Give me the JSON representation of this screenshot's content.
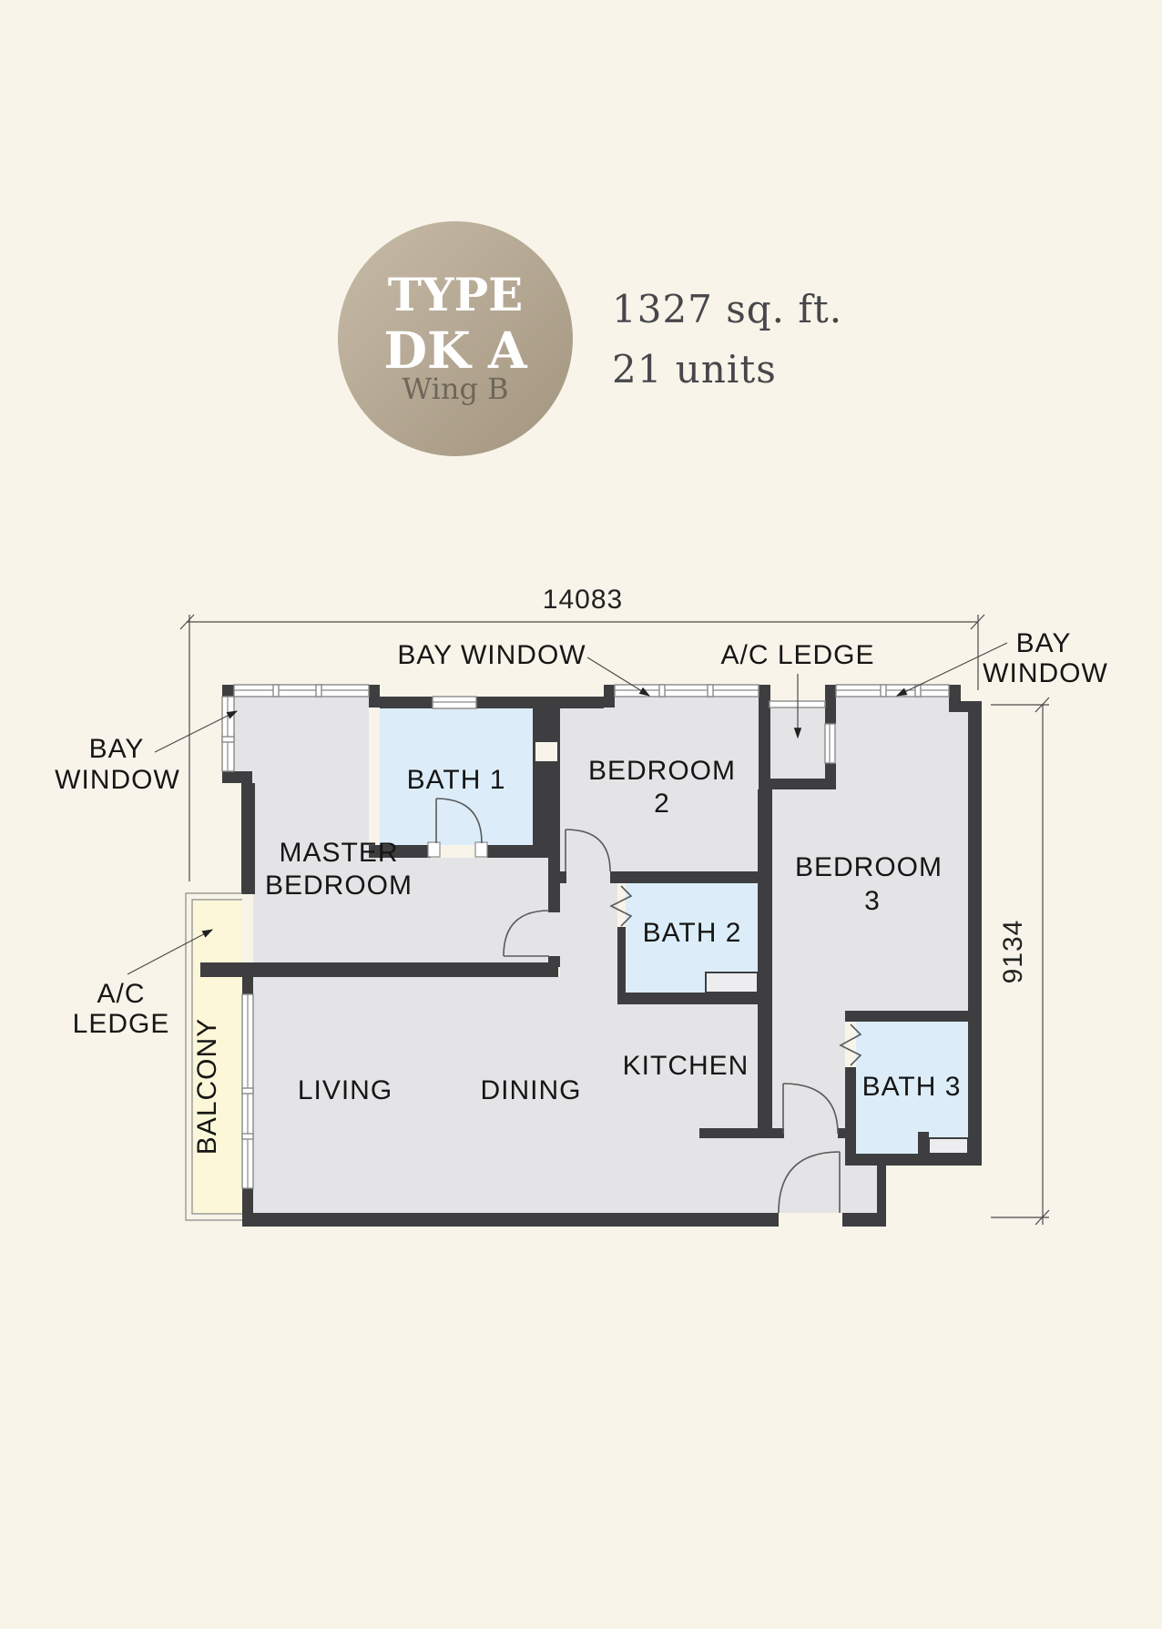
{
  "badge": {
    "line1": "TYPE",
    "line2": "DK A",
    "line3": "Wing B"
  },
  "stats": {
    "area": "1327 sq. ft.",
    "units": "21 units"
  },
  "dimensions": {
    "width_label": "14083",
    "height_label": "9134"
  },
  "rooms": {
    "master_line1": "MASTER",
    "master_line2": "BEDROOM",
    "bath1": "BATH 1",
    "bedroom2_line1": "BEDROOM",
    "bedroom2_line2": "2",
    "bath2": "BATH 2",
    "bedroom3_line1": "BEDROOM",
    "bedroom3_line2": "3",
    "bath3": "BATH 3",
    "kitchen": "KITCHEN",
    "living": "LIVING",
    "dining": "DINING",
    "balcony": "BALCONY"
  },
  "annotations": {
    "bay_window_top": "BAY WINDOW",
    "ac_ledge_top": "A/C LEDGE",
    "bay_window_right_line1": "BAY",
    "bay_window_right_line2": "WINDOW",
    "bay_window_left_line1": "BAY",
    "bay_window_left_line2": "WINDOW",
    "ac_ledge_left_line1": "A/C",
    "ac_ledge_left_line2": "LEDGE"
  },
  "colors": {
    "bg": "#f8f4e9",
    "wall": "#3e3e41",
    "floor": "#e4e4e6",
    "bathfill": "#dcedf9",
    "balcony": "#fbf7d8",
    "frame": "#8a8a8a",
    "line": "#4a4a4a",
    "badge_light": "#c5b9a5",
    "badge_dark": "#a3957f"
  }
}
